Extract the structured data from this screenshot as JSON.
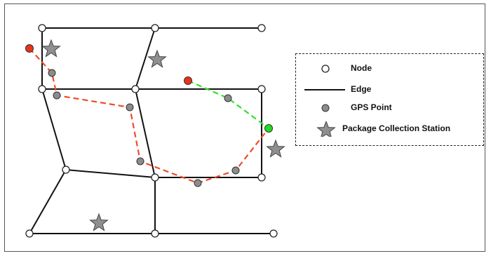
{
  "legend": {
    "node_label": "Node",
    "edge_label": "Edge",
    "gps_label": "GPS Point",
    "station_label": "Package Collection Station"
  },
  "colors": {
    "edge": "#111111",
    "node_fill": "#ffffff",
    "gps_fill": "#8c8c8c",
    "station_fill": "#8f8f8f",
    "start_point": "#e8321e",
    "end_point": "#22dd22",
    "red_trajectory": "#ef4b2a",
    "green_trajectory": "#33dd33"
  },
  "icons": {
    "node": "circle-outline",
    "gps": "circle-gray",
    "station": "star-gray"
  }
}
